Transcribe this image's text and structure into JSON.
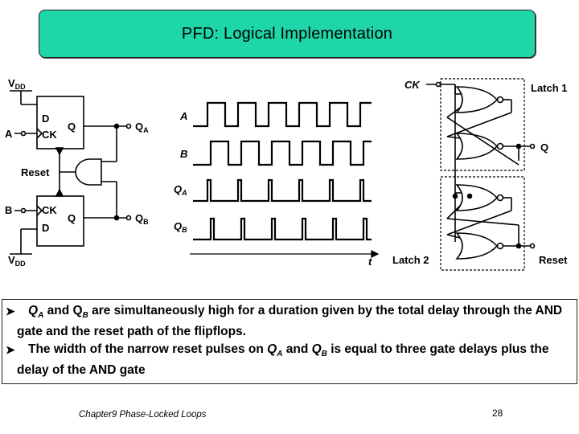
{
  "title": "PFD: Logical Implementation",
  "circuit": {
    "vdd": "V",
    "vdd_sub": "DD",
    "input_a": "A",
    "input_b": "B",
    "ff_top_d": "D",
    "ff_top_ck": "CK",
    "ff_top_q": "Q",
    "ff_bot_ck": "CK",
    "ff_bot_d": "D",
    "ff_bot_q": "Q",
    "reset": "Reset",
    "out_qa": "Q",
    "out_qa_sub": "A",
    "out_qb": "Q",
    "out_qb_sub": "B",
    "vdd_bottom": "V",
    "vdd_bottom_sub": "DD"
  },
  "waveforms": {
    "labels": [
      {
        "main": "A",
        "sub": ""
      },
      {
        "main": "B",
        "sub": ""
      },
      {
        "main": "Q",
        "sub": "A"
      },
      {
        "main": "Q",
        "sub": "B"
      }
    ],
    "time_label": "t"
  },
  "latch": {
    "ck": "CK",
    "latch1": "Latch 1",
    "q": "Q",
    "latch2": "Latch 2",
    "reset": "Reset"
  },
  "bullets": [
    {
      "p1": "Q",
      "p1_sub": "A",
      "p2": " and Q",
      "p2_sub": "B",
      "p3": " are simultaneously high for a duration given by the total delay through the AND gate and the reset path of the flipflops."
    },
    {
      "p1": "The width of the narrow reset pulses on ",
      "p2": "Q",
      "p2_sub": "A",
      "p3": " and ",
      "p4": "Q",
      "p4_sub": "B",
      "p5": " is equal to three gate delays plus the delay of the AND gate"
    }
  ],
  "footer": {
    "left": "Chapter9 Phase-Locked Loops",
    "page": "28"
  }
}
